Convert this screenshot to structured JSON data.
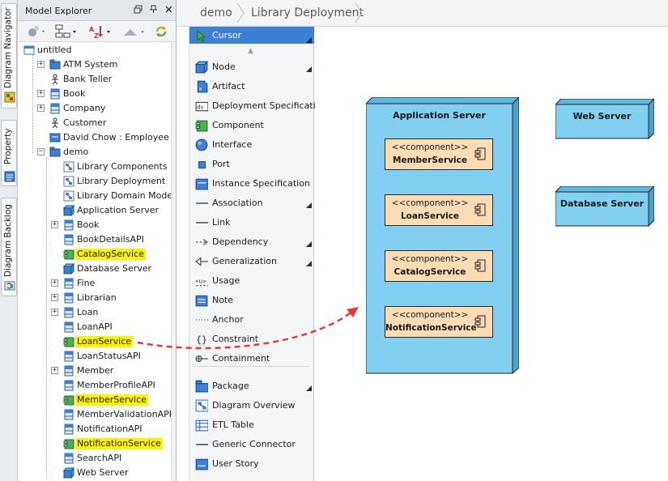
{
  "left_tabs": [
    {
      "label": "Diagram Navigator",
      "icon": "diagram-navigator-icon"
    },
    {
      "label": "Property",
      "icon": "property-icon"
    },
    {
      "label": "Diagram Backlog",
      "icon": "diagram-backlog-icon"
    }
  ],
  "explorer": {
    "title": "Model Explorer",
    "window_buttons": [
      "restore-icon",
      "pin-icon",
      "close-icon"
    ],
    "toolbar_icons": [
      "new-model-icon",
      "hierarchy-icon",
      "sort-icon",
      "up-folder-icon",
      "refresh-icon"
    ],
    "tree": [
      {
        "label": "untitled",
        "icon": "project-icon",
        "level": 0,
        "expander": "none",
        "highlighted": false
      },
      {
        "label": "ATM System",
        "icon": "folder-model-icon",
        "level": 1,
        "expander": "+",
        "highlighted": false
      },
      {
        "label": "Bank Teller",
        "icon": "actor-icon",
        "level": 1,
        "expander": "none",
        "highlighted": false
      },
      {
        "label": "Book",
        "icon": "class-icon",
        "level": 1,
        "expander": "+",
        "highlighted": false
      },
      {
        "label": "Company",
        "icon": "class-icon",
        "level": 1,
        "expander": "+",
        "highlighted": false
      },
      {
        "label": "Customer",
        "icon": "actor-icon",
        "level": 1,
        "expander": "none",
        "highlighted": false
      },
      {
        "label": "David Chow : Employee",
        "icon": "instance-icon",
        "level": 1,
        "expander": "none",
        "highlighted": false
      },
      {
        "label": "demo",
        "icon": "folder-model-icon",
        "level": 1,
        "expander": "-",
        "highlighted": false
      },
      {
        "label": "Library Components",
        "icon": "diagram-icon",
        "level": 2,
        "expander": "none",
        "highlighted": false
      },
      {
        "label": "Library Deployment",
        "icon": "diagram-icon",
        "level": 2,
        "expander": "none",
        "highlighted": false
      },
      {
        "label": "Library Domain Model",
        "icon": "diagram-icon",
        "level": 2,
        "expander": "none",
        "highlighted": false
      },
      {
        "label": "Application Server",
        "icon": "node-icon",
        "level": 2,
        "expander": "none",
        "highlighted": false
      },
      {
        "label": "Book",
        "icon": "class-icon",
        "level": 2,
        "expander": "+",
        "highlighted": false
      },
      {
        "label": "BookDetailsAPI",
        "icon": "class-icon",
        "level": 2,
        "expander": "none",
        "highlighted": false
      },
      {
        "label": "CatalogService",
        "icon": "component-icon",
        "level": 2,
        "expander": "none",
        "highlighted": true
      },
      {
        "label": "Database Server",
        "icon": "node-icon",
        "level": 2,
        "expander": "none",
        "highlighted": false
      },
      {
        "label": "Fine",
        "icon": "class-icon",
        "level": 2,
        "expander": "+",
        "highlighted": false
      },
      {
        "label": "Librarian",
        "icon": "class-icon",
        "level": 2,
        "expander": "+",
        "highlighted": false
      },
      {
        "label": "Loan",
        "icon": "class-icon",
        "level": 2,
        "expander": "+",
        "highlighted": false
      },
      {
        "label": "LoanAPI",
        "icon": "class-icon",
        "level": 2,
        "expander": "none",
        "highlighted": false
      },
      {
        "label": "LoanService",
        "icon": "component-icon",
        "level": 2,
        "expander": "none",
        "highlighted": true
      },
      {
        "label": "LoanStatusAPI",
        "icon": "class-icon",
        "level": 2,
        "expander": "none",
        "highlighted": false
      },
      {
        "label": "Member",
        "icon": "class-icon",
        "level": 2,
        "expander": "+",
        "highlighted": false
      },
      {
        "label": "MemberProfileAPI",
        "icon": "class-icon",
        "level": 2,
        "expander": "none",
        "highlighted": false
      },
      {
        "label": "MemberService",
        "icon": "component-icon",
        "level": 2,
        "expander": "none",
        "highlighted": true
      },
      {
        "label": "MemberValidationAPI",
        "icon": "class-icon",
        "level": 2,
        "expander": "none",
        "highlighted": false
      },
      {
        "label": "NotificationAPI",
        "icon": "class-icon",
        "level": 2,
        "expander": "none",
        "highlighted": false
      },
      {
        "label": "NotificationService",
        "icon": "component-icon",
        "level": 2,
        "expander": "none",
        "highlighted": true
      },
      {
        "label": "SearchAPI",
        "icon": "class-icon",
        "level": 2,
        "expander": "none",
        "highlighted": false
      },
      {
        "label": "Web Server",
        "icon": "node-icon",
        "level": 2,
        "expander": "none",
        "highlighted": false
      }
    ]
  },
  "breadcrumb": [
    "demo",
    "Library Deployment"
  ],
  "palette": {
    "selected": {
      "label": "Cursor",
      "icon": "cursor-icon",
      "more": true
    },
    "items": [
      {
        "label": "Node",
        "icon": "node-icon",
        "more": true
      },
      {
        "label": "Artifact",
        "icon": "artifact-icon",
        "more": false
      },
      {
        "label": "Deployment Specification",
        "icon": "deployment-spec-icon",
        "more": false
      },
      {
        "label": "Component",
        "icon": "component-icon",
        "more": false
      },
      {
        "label": "Interface",
        "icon": "interface-icon",
        "more": false
      },
      {
        "label": "Port",
        "icon": "port-icon",
        "more": false
      },
      {
        "label": "Instance Specification",
        "icon": "instance-spec-icon",
        "more": false
      },
      {
        "label": "Association",
        "icon": "association-icon",
        "more": true
      },
      {
        "label": "Link",
        "icon": "link-icon",
        "more": false
      },
      {
        "label": "Dependency",
        "icon": "dependency-icon",
        "more": true
      },
      {
        "label": "Generalization",
        "icon": "generalization-icon",
        "more": true
      },
      {
        "label": "Usage",
        "icon": "usage-icon",
        "more": false
      },
      {
        "label": "Note",
        "icon": "note-icon",
        "more": false
      },
      {
        "label": "Anchor",
        "icon": "anchor-icon",
        "more": false
      },
      {
        "label": "Constraint",
        "icon": "constraint-icon",
        "more": false
      },
      {
        "label": "Containment",
        "icon": "containment-icon",
        "more": false
      },
      {
        "label": "Package",
        "icon": "package-icon",
        "more": true
      },
      {
        "label": "Diagram Overview",
        "icon": "diagram-overview-icon",
        "more": false
      },
      {
        "label": "ETL Table",
        "icon": "etl-table-icon",
        "more": false
      },
      {
        "label": "Generic Connector",
        "icon": "generic-connector-icon",
        "more": false
      },
      {
        "label": "User Story",
        "icon": "user-story-icon",
        "more": false
      }
    ]
  },
  "diagram": {
    "nodes": {
      "app": "Application Server",
      "web": "Web Server",
      "db": "Database Server"
    },
    "components": [
      {
        "stereotype": "<<component>>",
        "name": "MemberService"
      },
      {
        "stereotype": "<<component>>",
        "name": "LoanService"
      },
      {
        "stereotype": "<<component>>",
        "name": "CatalogService"
      },
      {
        "stereotype": "<<component>>",
        "name": "NotificationService"
      }
    ]
  },
  "colors": {
    "node_fill": "#82cff1",
    "component_fill": "#fcdcb5",
    "highlight": "#fff200",
    "palette_selected": "#3d7fd1",
    "drag_arrow": "#e53935"
  }
}
